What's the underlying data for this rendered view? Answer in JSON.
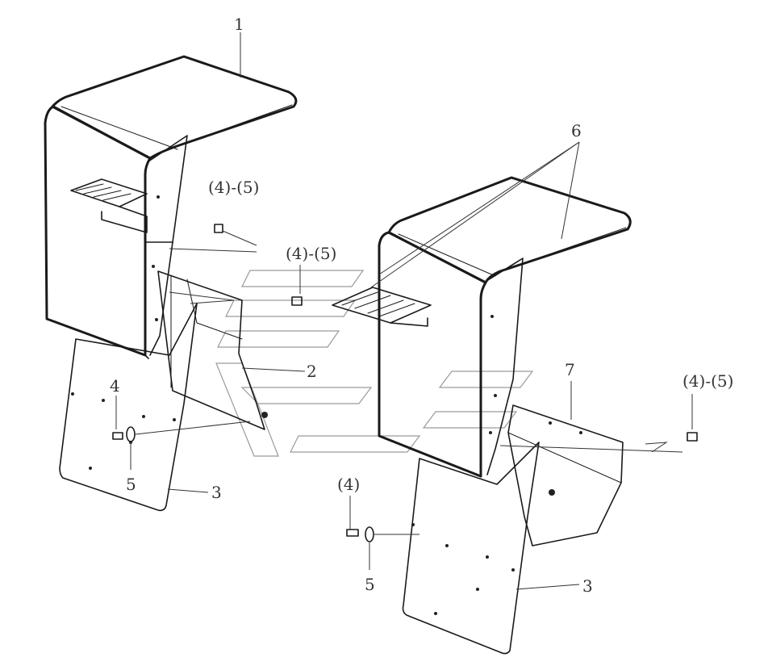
{
  "diagram": {
    "callouts": {
      "c1": "1",
      "c2": "2",
      "c3_left": "3",
      "c3_right": "3",
      "c4": "4",
      "c4_paren": "(4)",
      "c45_a": "(4)-(5)",
      "c45_b": "(4)-(5)",
      "c45_c": "(4)-(5)",
      "c5_left": "5",
      "c5_right": "5",
      "c6": "6",
      "c7": "7"
    }
  }
}
